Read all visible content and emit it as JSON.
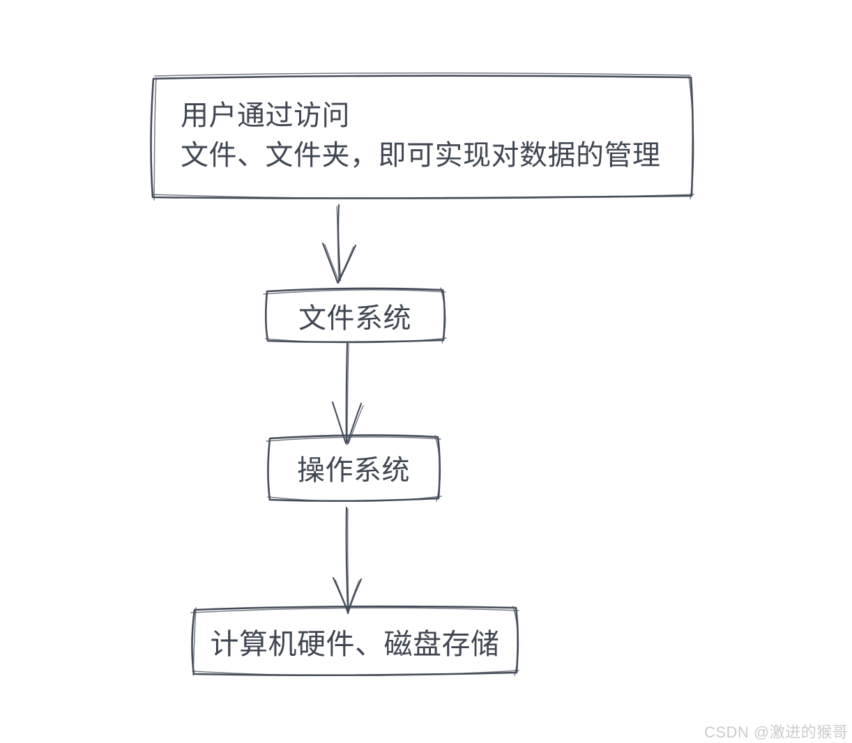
{
  "nodes": {
    "user_access": {
      "line1": "用户通过访问",
      "line2": "文件、文件夹，即可实现对数据的管理"
    },
    "file_system": {
      "label": "文件系统"
    },
    "operating_system": {
      "label": "操作系统"
    },
    "hardware": {
      "label": "计算机硬件、磁盘存储"
    }
  },
  "edges": [
    {
      "from": "user_access",
      "to": "file_system"
    },
    {
      "from": "file_system",
      "to": "operating_system"
    },
    {
      "from": "operating_system",
      "to": "hardware"
    }
  ],
  "colors": {
    "stroke": "#454c59",
    "text": "#3f4651",
    "background": "#ffffff",
    "watermark": "#cbcbcb"
  },
  "watermark": {
    "text": "CSDN @激进的猴哥"
  }
}
